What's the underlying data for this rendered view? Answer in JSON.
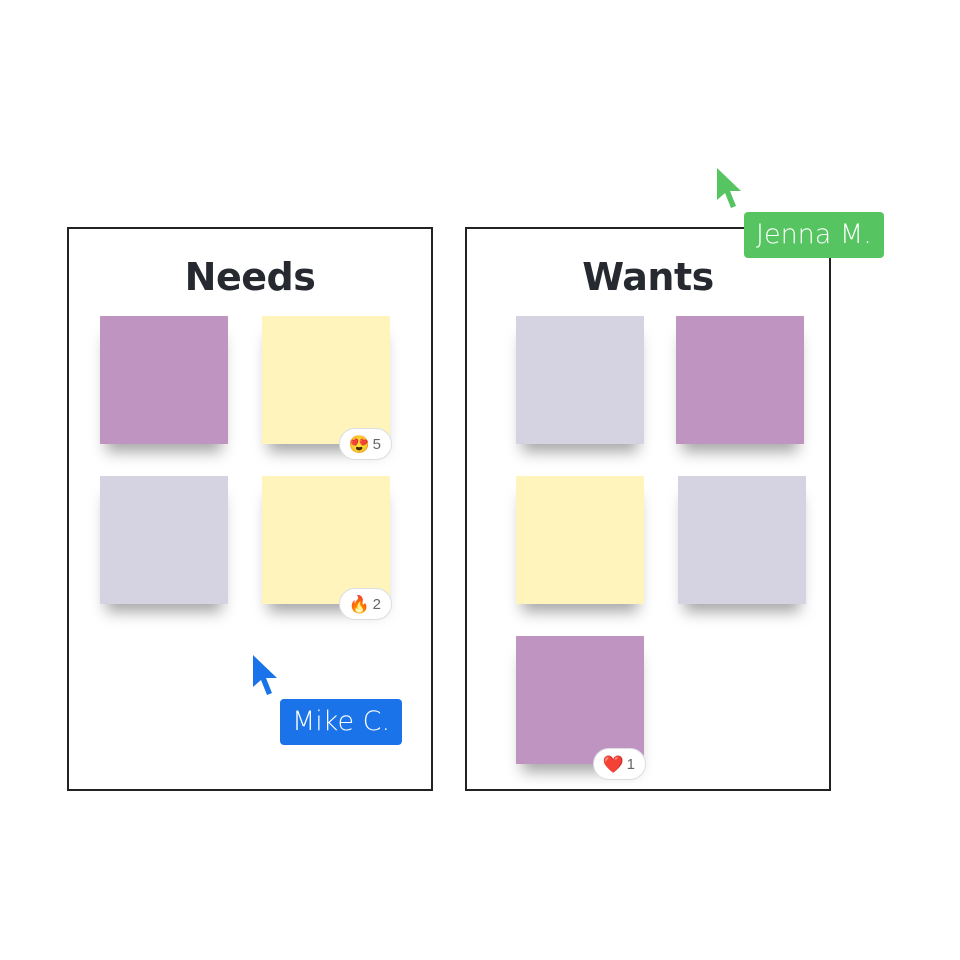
{
  "columns": [
    {
      "title": "Needs",
      "notes": [
        {
          "color": "purple"
        },
        {
          "color": "yellow",
          "reaction": {
            "icon": "heart-eyes-icon",
            "emoji": "😍",
            "count": "5"
          }
        },
        {
          "color": "lavender"
        },
        {
          "color": "yellow",
          "reaction": {
            "icon": "fire-icon",
            "emoji": "🔥",
            "count": "2"
          }
        }
      ]
    },
    {
      "title": "Wants",
      "notes": [
        {
          "color": "lavender"
        },
        {
          "color": "purple"
        },
        {
          "color": "yellow"
        },
        {
          "color": "lavender"
        },
        {
          "color": "purple",
          "reaction": {
            "icon": "heart-icon",
            "emoji": "❤️",
            "count": "1"
          }
        }
      ]
    }
  ],
  "cursors": [
    {
      "name": "Jenna M.",
      "color": "#55c461"
    },
    {
      "name": "Mike C.",
      "color": "#1a73e8"
    }
  ],
  "colors": {
    "purple": "#bf94c0",
    "yellow": "#fef4bc",
    "lavender": "#d5d3e2"
  }
}
